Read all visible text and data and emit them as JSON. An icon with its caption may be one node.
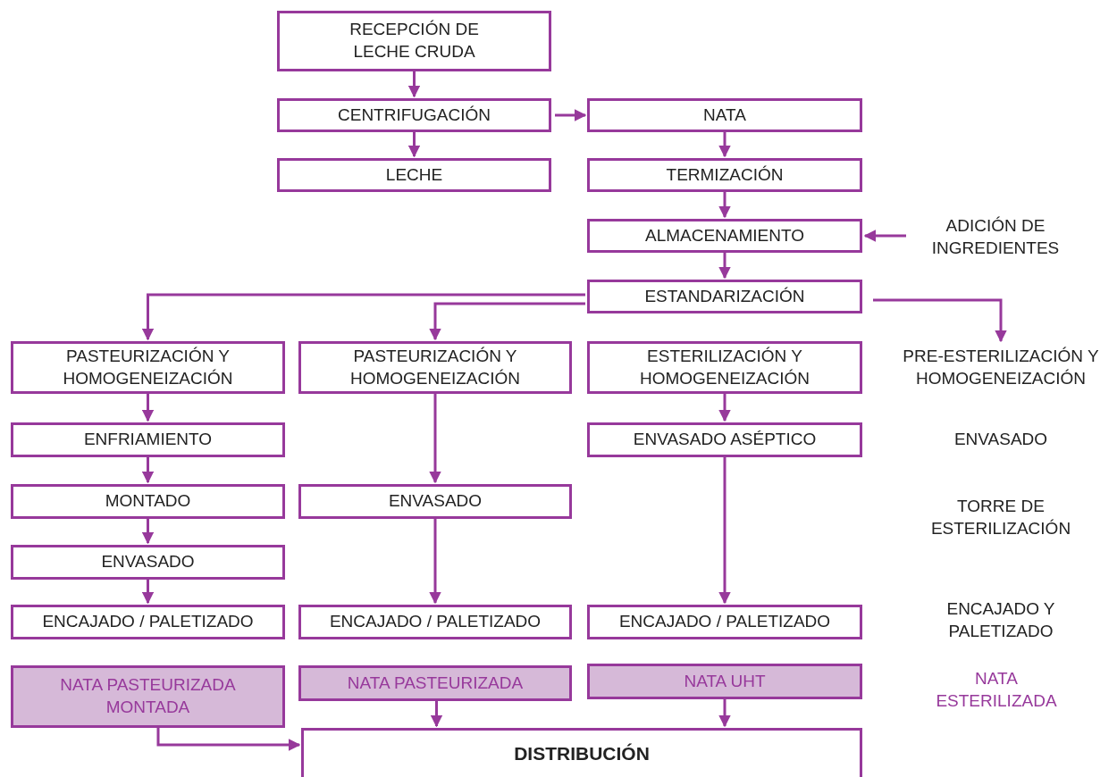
{
  "diagram": {
    "nodes": [
      {
        "text": [
          "RECEPCIÓN DE LECHE CRUDA"
        ]
      },
      {
        "text": [
          "CENTRIFUGACIÓN"
        ]
      },
      {
        "text": [
          "LECHE"
        ]
      },
      {
        "text": [
          "NATA"
        ]
      },
      {
        "text": [
          "TERMIZACIÓN"
        ]
      },
      {
        "text": [
          "ALMACENAMIENTO"
        ]
      },
      {
        "text": [
          "ADICIÓN DE INGREDIENTES"
        ]
      },
      {
        "text": [
          "ESTANDARIZACIÓN"
        ]
      },
      {
        "text": [
          "PASTEURIZACIÓN Y HOMOGENEIZACIÓN"
        ]
      },
      {
        "text": [
          "PASTEURIZACIÓN Y HOMOGENEIZACIÓN"
        ]
      },
      {
        "text": [
          "ESTERILIZACIÓN Y HOMOGENEIZACIÓN"
        ]
      },
      {
        "text": [
          "PRE-ESTERILIZACIÓN Y HOMOGENEIZACIÓN"
        ]
      },
      {
        "text": [
          "ENFRIAMIENTO"
        ]
      },
      {
        "text": [
          "ENVASADO ASÉPTICO"
        ]
      },
      {
        "text": [
          "MONTADO"
        ]
      },
      {
        "text": [
          "ENVASADO"
        ]
      },
      {
        "text": [
          "ENVASADO"
        ]
      },
      {
        "text": [
          "ENCAJADO / PALETIZADO"
        ]
      },
      {
        "text": [
          "ENCAJADO / PALETIZADO"
        ]
      },
      {
        "text": [
          "ENCAJADO / PALETIZADO"
        ]
      },
      {
        "text": [
          "NATA PASTEURIZADA MONTADA"
        ]
      },
      {
        "text": [
          "NATA PASTEURIZADA"
        ]
      },
      {
        "text": [
          "NATA UHT"
        ]
      },
      {
        "text": [
          "DISTRIBUCIÓN"
        ]
      }
    ],
    "edges": [
      {
        "from": 0,
        "to": 1,
        "arrow": "to"
      },
      {
        "from": 1,
        "to": 2,
        "arrow": "to"
      },
      {
        "from": 1,
        "to": 3,
        "arrow": "to"
      },
      {
        "from": 3,
        "to": 4,
        "arrow": "to"
      },
      {
        "from": 4,
        "to": 5,
        "arrow": "to"
      },
      {
        "from": 6,
        "to": 5,
        "arrow": "to"
      },
      {
        "from": 5,
        "to": 7,
        "arrow": "to"
      },
      {
        "from": 7,
        "to": 8,
        "arrow": "to"
      },
      {
        "from": 7,
        "to": 9,
        "arrow": "to"
      },
      {
        "from": 7,
        "to": 11,
        "arrow": "to"
      },
      {
        "from": 8,
        "to": 12,
        "arrow": "to"
      },
      {
        "from": 12,
        "to": 14,
        "arrow": "to"
      },
      {
        "from": 14,
        "to": 16,
        "arrow": "to"
      },
      {
        "from": 16,
        "to": 17,
        "arrow": "to"
      },
      {
        "from": 9,
        "to": 15,
        "arrow": "to"
      },
      {
        "from": 15,
        "to": 18,
        "arrow": "to"
      },
      {
        "from": 10,
        "to": 13,
        "arrow": "to"
      },
      {
        "from": 13,
        "to": 19,
        "arrow": "to"
      },
      {
        "from": 20,
        "to": 23,
        "arrow": "to"
      },
      {
        "from": 21,
        "to": 23,
        "arrow": "to"
      },
      {
        "from": 22,
        "to": 23,
        "arrow": "to"
      }
    ],
    "labels": [
      "ENVASADO",
      "TORRE DE ESTERILIZACIÓN",
      "ENCAJADO Y PALETIZADO",
      "NATA ESTERILIZADA"
    ]
  }
}
